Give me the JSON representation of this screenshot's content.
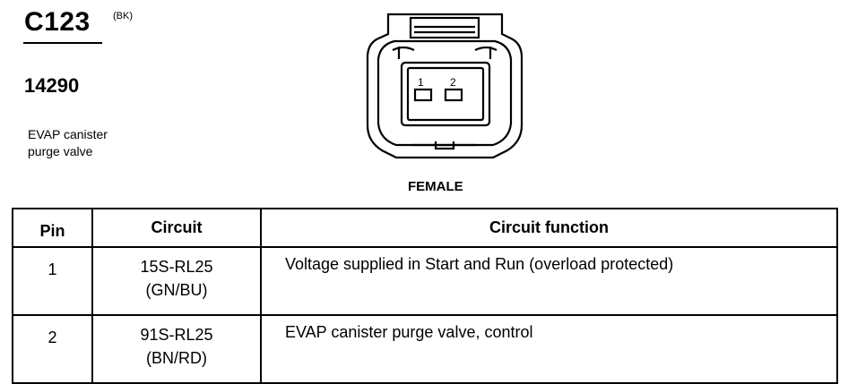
{
  "connector": {
    "code": "C123",
    "color": "(BK)",
    "part_number": "14290",
    "description_lines": [
      "EVAP canister",
      "purge valve"
    ],
    "gender": "FEMALE",
    "cavity_labels": [
      "1",
      "2"
    ]
  },
  "table": {
    "headers": {
      "pin": "Pin",
      "circuit": "Circuit",
      "function": "Circuit function"
    },
    "rows": [
      {
        "pin": "1",
        "circuit": "15S-RL25",
        "circuit_color": "(GN/BU)",
        "function": "Voltage supplied in Start and Run (overload protected)"
      },
      {
        "pin": "2",
        "circuit": "91S-RL25",
        "circuit_color": "(BN/RD)",
        "function": "EVAP canister purge valve, control"
      }
    ]
  }
}
